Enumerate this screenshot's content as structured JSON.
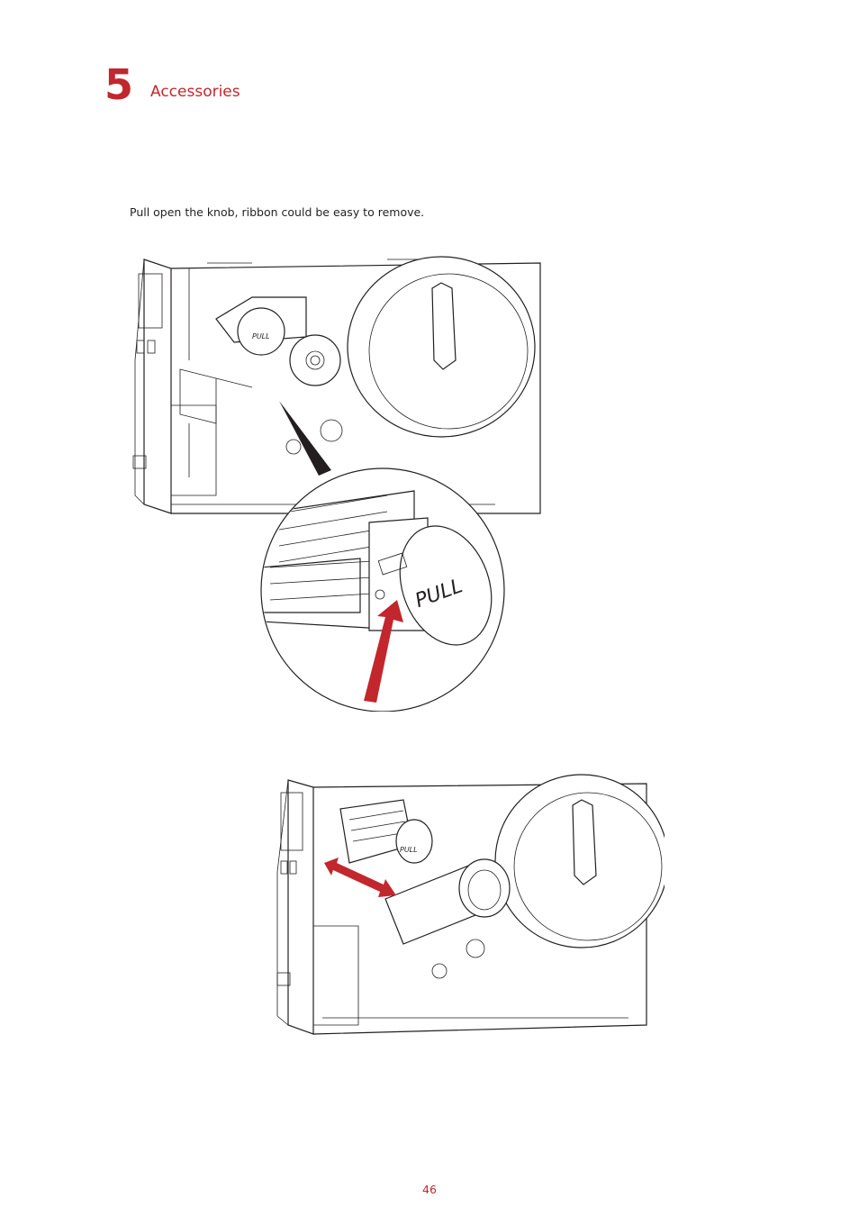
{
  "header": {
    "chapter_number": "5",
    "chapter_title": "Accessories"
  },
  "body": {
    "instruction": "Pull open the knob, ribbon could be easy to remove."
  },
  "figures": {
    "knob_label_small": "PULL",
    "knob_label_large": "PULL",
    "knob_label_bottom": "PULL",
    "arrow_color": "#c1272d"
  },
  "footer": {
    "page_number": "46"
  },
  "colors": {
    "accent": "#c1272d",
    "text": "#231f20"
  }
}
